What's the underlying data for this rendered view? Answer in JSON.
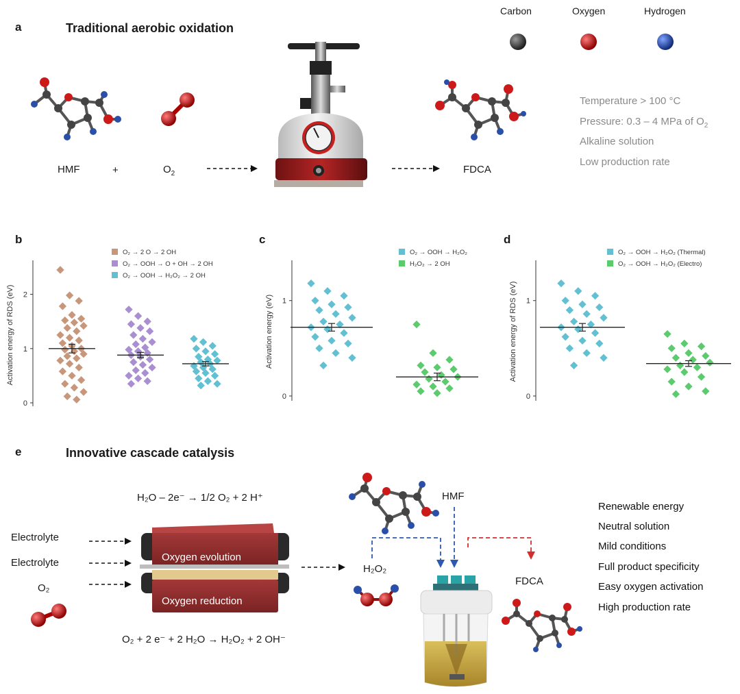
{
  "panel_a": {
    "letter": "a",
    "title": "Traditional aerobic oxidation",
    "atom_legend": [
      {
        "label": "Carbon",
        "color": "#3c3c3c"
      },
      {
        "label": "Oxygen",
        "color": "#cc1a1a"
      },
      {
        "label": "Hydrogen",
        "color": "#2a4fa8"
      }
    ],
    "reactant": "HMF",
    "plus": "+",
    "oxidant": "O",
    "oxidant_sub": "2",
    "product": "FDCA",
    "conditions": [
      "Temperature  > 100 °C",
      "Pressure: 0.3 – 4 MPa of O",
      "Alkaline solution",
      "Low production rate"
    ],
    "conditions_sub": "2"
  },
  "panel_b": {
    "letter": "b"
  },
  "panel_c": {
    "letter": "c"
  },
  "panel_d": {
    "letter": "d"
  },
  "panel_e": {
    "letter": "e",
    "title": "Innovative cascade catalysis",
    "top_equation": "H₂O – 2e⁻ → 1/2 O₂ + 2 H⁺",
    "bottom_equation": "O₂ + 2 e⁻ + 2 H₂O → H₂O₂ + 2 OH⁻",
    "inputs": [
      "Electrolyte",
      "Electrolyte",
      "O₂"
    ],
    "cell_top": "Oxygen evolution",
    "cell_bottom": "Oxygen reduction",
    "h2o2": "H₂O₂",
    "hmf": "HMF",
    "fdca": "FDCA",
    "features": [
      "Renewable energy",
      "Neutral solution",
      "Mild conditions",
      "Full product specificity",
      "Easy oxygen activation",
      "High production rate"
    ]
  },
  "chart_data": [
    {
      "type": "scatter",
      "panel": "b",
      "ylabel": "Activation energy of RDS (eV)",
      "yticks": [
        "0",
        "1",
        "2"
      ],
      "ylim": [
        0,
        2.5
      ],
      "series": [
        {
          "name": "O₂ → 2 O → 2 OH",
          "color": "#c8967a",
          "mean": 1.0,
          "sem": 0.08,
          "values": [
            2.45,
            1.98,
            1.88,
            1.78,
            1.62,
            1.55,
            1.52,
            1.48,
            1.42,
            1.38,
            1.32,
            1.25,
            1.2,
            1.15,
            1.1,
            1.05,
            1.0,
            0.98,
            0.95,
            0.9,
            0.86,
            0.82,
            0.78,
            0.72,
            0.65,
            0.58,
            0.5,
            0.42,
            0.35,
            0.28,
            0.2,
            0.12,
            0.06
          ]
        },
        {
          "name": "O₂ → OOH → O + OH → 2 OH",
          "color": "#a98fd1",
          "mean": 0.88,
          "sem": 0.05,
          "values": [
            1.72,
            1.6,
            1.5,
            1.45,
            1.38,
            1.32,
            1.25,
            1.18,
            1.12,
            1.08,
            1.02,
            0.98,
            0.95,
            0.92,
            0.88,
            0.85,
            0.8,
            0.75,
            0.7,
            0.65,
            0.6,
            0.55,
            0.5,
            0.45,
            0.4,
            0.35
          ]
        },
        {
          "name": "O₂ → OOH → H₂O₂ → 2 OH",
          "color": "#62c0d2",
          "mean": 0.72,
          "sem": 0.04,
          "values": [
            1.18,
            1.12,
            1.05,
            1.0,
            0.95,
            0.9,
            0.85,
            0.8,
            0.78,
            0.75,
            0.72,
            0.68,
            0.65,
            0.62,
            0.58,
            0.55,
            0.5,
            0.45,
            0.4,
            0.35,
            0.32
          ]
        }
      ]
    },
    {
      "type": "scatter",
      "panel": "c",
      "ylabel": "Activation energy (eV)",
      "yticks": [
        "0",
        "1"
      ],
      "ylim": [
        0,
        1.35
      ],
      "series": [
        {
          "name": "O₂ → OOH → H₂O₂",
          "color": "#62c0d2",
          "mean": 0.72,
          "sem": 0.04,
          "values": [
            1.18,
            1.1,
            1.05,
            1.0,
            0.96,
            0.93,
            0.9,
            0.86,
            0.82,
            0.78,
            0.75,
            0.72,
            0.7,
            0.66,
            0.62,
            0.58,
            0.55,
            0.5,
            0.45,
            0.4,
            0.32
          ]
        },
        {
          "name": "H₂O₂ → 2 OH",
          "color": "#5ccb6e",
          "mean": 0.2,
          "sem": 0.04,
          "values": [
            0.75,
            0.45,
            0.38,
            0.32,
            0.3,
            0.28,
            0.25,
            0.22,
            0.2,
            0.18,
            0.15,
            0.12,
            0.1,
            0.08,
            0.05,
            0.03
          ]
        }
      ]
    },
    {
      "type": "scatter",
      "panel": "d",
      "ylabel": "Activation energy of RDS (eV)",
      "yticks": [
        "0",
        "1"
      ],
      "ylim": [
        0,
        1.35
      ],
      "series": [
        {
          "name": "O₂ → OOH → H₂O₂ (Thermal)",
          "color": "#62c0d2",
          "mean": 0.72,
          "sem": 0.04,
          "values": [
            1.18,
            1.1,
            1.05,
            1.0,
            0.96,
            0.93,
            0.9,
            0.86,
            0.82,
            0.78,
            0.75,
            0.72,
            0.7,
            0.66,
            0.62,
            0.58,
            0.55,
            0.5,
            0.45,
            0.4,
            0.32
          ]
        },
        {
          "name": "O₂ → OOH → H₂O₂ (Electro)",
          "color": "#5ccb6e",
          "mean": 0.34,
          "sem": 0.03,
          "values": [
            0.65,
            0.55,
            0.52,
            0.5,
            0.45,
            0.42,
            0.4,
            0.38,
            0.35,
            0.32,
            0.3,
            0.28,
            0.25,
            0.2,
            0.15,
            0.1,
            0.05,
            0.02
          ]
        }
      ]
    }
  ]
}
